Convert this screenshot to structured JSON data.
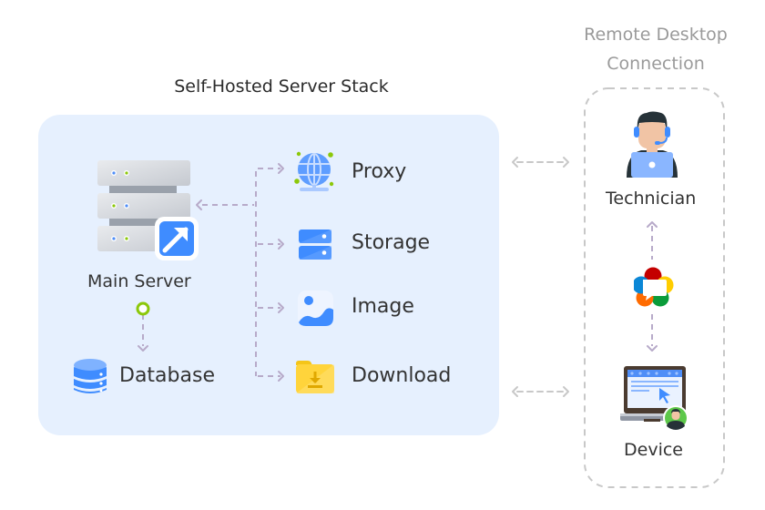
{
  "left_group": {
    "title": "Self-Hosted Server Stack",
    "main_server": {
      "label": "Main Server",
      "icon": "server-rack-icon",
      "badge_icon": "external-link-icon"
    },
    "database": {
      "label": "Database",
      "icon": "database-icon"
    },
    "services": [
      {
        "label": "Proxy",
        "icon": "globe-network-icon"
      },
      {
        "label": "Storage",
        "icon": "storage-drive-icon"
      },
      {
        "label": "Image",
        "icon": "image-icon"
      },
      {
        "label": "Download",
        "icon": "download-folder-icon"
      }
    ]
  },
  "right_group": {
    "title_line1": "Remote Desktop",
    "title_line2": "Connection",
    "technician": {
      "label": "Technician",
      "icon": "technician-headset-icon"
    },
    "protocol": {
      "icon": "webrtc-icon"
    },
    "device": {
      "label": "Device",
      "icon": "laptop-user-icon"
    }
  },
  "colors": {
    "panel_bg": "#e6f0fe",
    "connector": "#b7aac9",
    "link_gray": "#c8c8c8",
    "accent_blue": "#3f8cff",
    "accent_green": "#8cc80a",
    "folder_yellow": "#ffd43b"
  }
}
